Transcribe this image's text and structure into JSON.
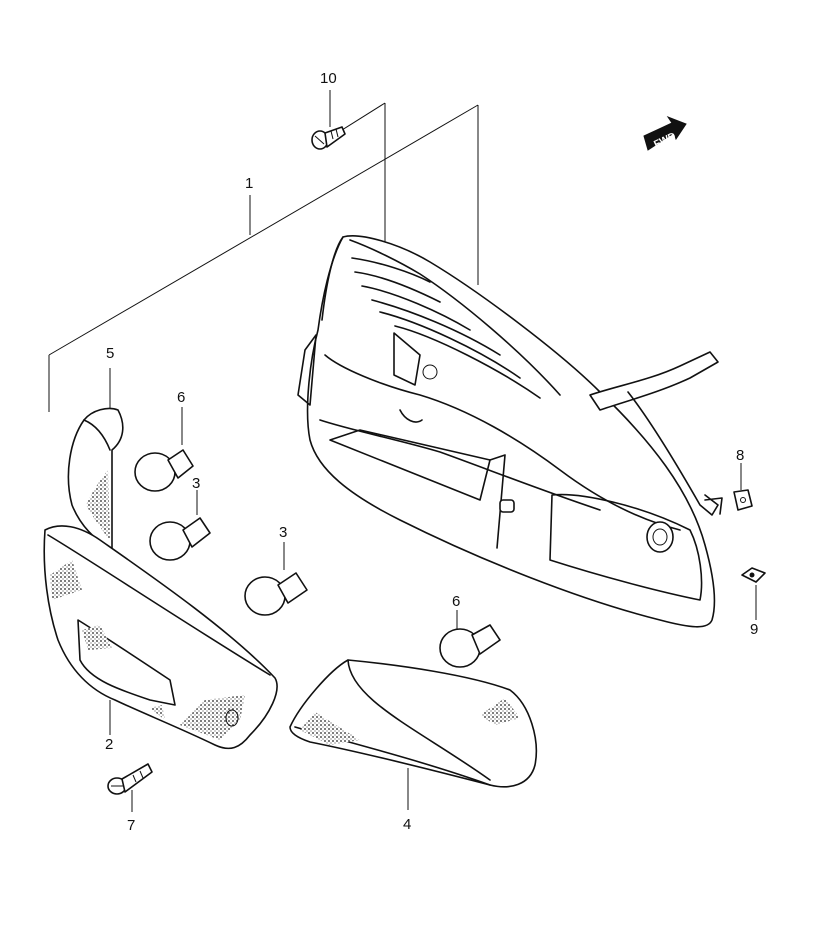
{
  "fwd_label": "FWD",
  "callouts": [
    {
      "key": "c10",
      "text": "10"
    },
    {
      "key": "c1",
      "text": "1"
    },
    {
      "key": "c5",
      "text": "5"
    },
    {
      "key": "c6a",
      "text": "6"
    },
    {
      "key": "c3a",
      "text": "3"
    },
    {
      "key": "c3b",
      "text": "3"
    },
    {
      "key": "c8",
      "text": "8"
    },
    {
      "key": "c9",
      "text": "9"
    },
    {
      "key": "c6b",
      "text": "6"
    },
    {
      "key": "c2",
      "text": "2"
    },
    {
      "key": "c7",
      "text": "7"
    },
    {
      "key": "c4",
      "text": "4"
    }
  ]
}
